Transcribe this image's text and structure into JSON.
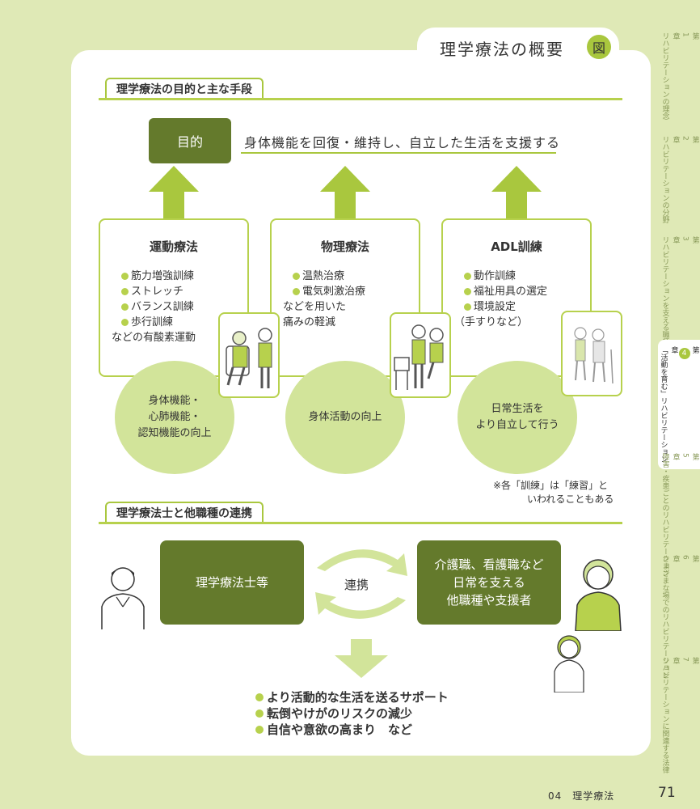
{
  "title": "理学療法の概要",
  "title_badge": "図",
  "section1": {
    "heading": "理学療法の目的と主な手段"
  },
  "purpose": {
    "label": "目的",
    "text": "身体機能を回復・維持し、自立した生活を支援する"
  },
  "methods": [
    {
      "title": "運動療法",
      "items": [
        "筋力増強訓練",
        "ストレッチ",
        "バランス訓練",
        "歩行訓練"
      ],
      "tail": [
        "などの有酸素運動"
      ],
      "effect": [
        "身体機能・",
        "心肺機能・",
        "認知機能の向上"
      ]
    },
    {
      "title": "物理療法",
      "items": [
        "温熱治療",
        "電気刺激治療"
      ],
      "tail": [
        "などを用いた",
        "痛みの軽減"
      ],
      "effect": [
        "身体活動の向上"
      ]
    },
    {
      "title": "ADL訓練",
      "items": [
        "動作訓練",
        "福祉用具の選定",
        "環境設定"
      ],
      "tail": [
        "（手すりなど）"
      ],
      "effect": [
        "日常生活を",
        "より自立して行う"
      ]
    }
  ],
  "note": [
    "※各「訓練」は「練習」と",
    "いわれることもある"
  ],
  "section2": {
    "heading": "理学療法士と他職種の連携"
  },
  "collab": {
    "left": "理学療法士等",
    "center": "連携",
    "right": [
      "介護職、看護職など",
      "日常を支える",
      "他職種や支援者"
    ]
  },
  "outcomes": [
    "より活動的な生活を送るサポート",
    "転倒やけがのリスクの減少",
    "自信や意欲の高まり　など"
  ],
  "footer": {
    "chapter_label": "04　理学療法",
    "page": "71"
  },
  "chapters": [
    {
      "prefix": "第",
      "num": "1",
      "suffix": "章",
      "name": "リハビリテーションの理念"
    },
    {
      "prefix": "第",
      "num": "2",
      "suffix": "章",
      "name": "リハビリテーションの分野"
    },
    {
      "prefix": "第",
      "num": "3",
      "suffix": "章",
      "name": "リハビリテーションを支える職種"
    },
    {
      "prefix": "第",
      "num": "4",
      "suffix": "章",
      "name": "「活動を育む」リハビリテーション"
    },
    {
      "prefix": "第",
      "num": "5",
      "suffix": "章",
      "name": "障害・疾患ごとのリハビリテーション"
    },
    {
      "prefix": "第",
      "num": "6",
      "suffix": "章",
      "name": "さまざまな場でのリハビリテーション"
    },
    {
      "prefix": "第",
      "num": "7",
      "suffix": "章",
      "name": "リハビリテーションに関連する法律"
    }
  ],
  "colors": {
    "accent": "#a9c73e",
    "dark_green": "#647a2c",
    "light_green": "#d2e49a",
    "background": "#dfe9b6"
  }
}
